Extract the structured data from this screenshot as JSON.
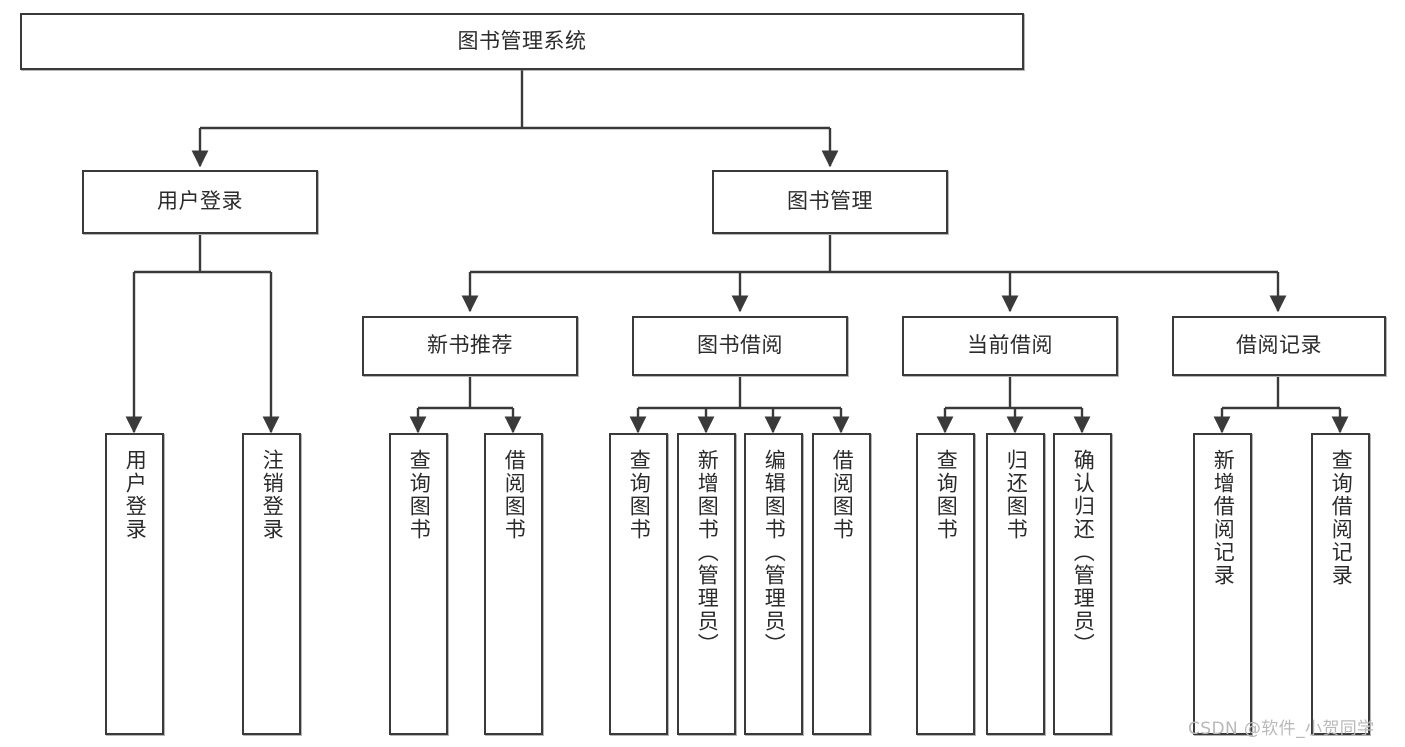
{
  "diagram": {
    "title": "图书管理系统",
    "type": "tree-hierarchy",
    "watermark": "CSDN @软件_小贺同学",
    "colors": {
      "box_border": "#3a3a3a",
      "box_fill": "#ffffff",
      "edge": "#3a3a3a",
      "text": "#2b2b2b",
      "watermark": "#b9b9b9"
    },
    "nodes": {
      "root": {
        "label": "图书管理系统"
      },
      "level2": [
        {
          "id": "user-login",
          "label": "用户登录"
        },
        {
          "id": "book-manage",
          "label": "图书管理"
        }
      ],
      "level3": [
        {
          "id": "new-book-recommend",
          "label": "新书推荐"
        },
        {
          "id": "book-borrow",
          "label": "图书借阅"
        },
        {
          "id": "current-borrow",
          "label": "当前借阅"
        },
        {
          "id": "borrow-record",
          "label": "借阅记录"
        }
      ],
      "leaves": {
        "user_login": [
          {
            "id": "leaf-user-login",
            "label": "用户登录"
          },
          {
            "id": "leaf-logout",
            "label": "注销登录"
          }
        ],
        "new_book_recommend": [
          {
            "id": "leaf-query-book-1",
            "label": "查询图书"
          },
          {
            "id": "leaf-borrow-book-1",
            "label": "借阅图书"
          }
        ],
        "book_borrow": [
          {
            "id": "leaf-query-book-2",
            "label": "查询图书"
          },
          {
            "id": "leaf-add-book",
            "label": "新增图书（管理员）"
          },
          {
            "id": "leaf-edit-book",
            "label": "编辑图书（管理员）"
          },
          {
            "id": "leaf-borrow-book-2",
            "label": "借阅图书"
          }
        ],
        "current_borrow": [
          {
            "id": "leaf-query-book-3",
            "label": "查询图书"
          },
          {
            "id": "leaf-return-book",
            "label": "归还图书"
          },
          {
            "id": "leaf-confirm-return",
            "label": "确认归还（管理员）"
          }
        ],
        "borrow_record": [
          {
            "id": "leaf-add-record",
            "label": "新增借阅记录"
          },
          {
            "id": "leaf-query-record",
            "label": "查询借阅记录"
          }
        ]
      }
    }
  }
}
